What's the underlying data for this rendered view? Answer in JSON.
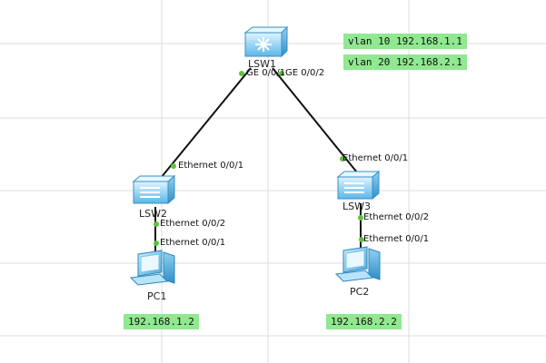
{
  "devices": {
    "lsw1": {
      "name": "LSW1"
    },
    "lsw2": {
      "name": "LSW2"
    },
    "lsw3": {
      "name": "LSW3"
    },
    "pc1": {
      "name": "PC1"
    },
    "pc2": {
      "name": "PC2"
    }
  },
  "ports": {
    "lsw1_p1": "GE 0/0/1",
    "lsw1_p2": "GE 0/0/2",
    "lsw2_up": "Ethernet 0/0/1",
    "lsw2_down": "Ethernet 0/0/2",
    "pc1_eth": "Ethernet 0/0/1",
    "lsw3_up": "Ethernet 0/0/1",
    "lsw3_down": "Ethernet 0/0/2",
    "pc2_eth": "Ethernet 0/0/1"
  },
  "notes": {
    "vlan10": "vlan 10 192.168.1.1",
    "vlan20": "vlan 20 192.168.2.1",
    "pc1_ip": "192.168.1.2",
    "pc2_ip": "192.168.2.2"
  },
  "colors": {
    "port_dot": "#5cc23a",
    "highlight": "#90e890",
    "link": "#111111",
    "grid": "#dddddd"
  }
}
